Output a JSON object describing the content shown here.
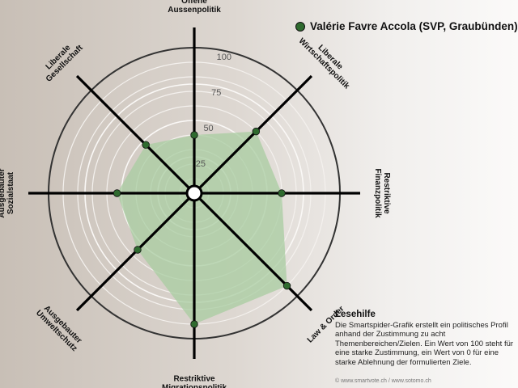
{
  "legend": {
    "label": "Valérie Favre Accola (SVP, Graubünden)",
    "color": "#2f6b2f"
  },
  "help": {
    "title": "Lesehilfe",
    "text": "Die Smartspider-Grafik erstellt ein politisches Profil anhand der Zustimmung zu acht Themenbereichen/Zielen. Ein Wert von 100 steht für eine starke Zustimmung, ein Wert von 0 für eine starke Ablehnung der formulierten Ziele."
  },
  "footer": "© www.smartvote.ch / www.sotomo.ch",
  "chart_data": {
    "type": "radar",
    "range": [
      0,
      100
    ],
    "ticks": [
      25,
      50,
      75,
      100
    ],
    "axes": [
      {
        "label": [
          "Offene",
          "Aussenpolitik"
        ],
        "value": 40
      },
      {
        "label": [
          "Liberale",
          "Wirtschaftspolitik"
        ],
        "value": 60
      },
      {
        "label": [
          "Restriktive",
          "Finanzpolitik"
        ],
        "value": 60
      },
      {
        "label": [
          "Law & Order"
        ],
        "value": 90
      },
      {
        "label": [
          "Restriktive",
          "Migrationspolitik"
        ],
        "value": 90
      },
      {
        "label": [
          "Ausgebauter",
          "Umweltschutz"
        ],
        "value": 55
      },
      {
        "label": [
          "Ausgebauter",
          "Sozialstaat"
        ],
        "value": 53
      },
      {
        "label": [
          "Liberale",
          "Gesellschaft"
        ],
        "value": 47
      }
    ],
    "series": [
      {
        "name": "Valérie Favre Accola (SVP, Graubünden)",
        "color": "#2f6b2f",
        "fill": "#a8cca0"
      }
    ]
  }
}
